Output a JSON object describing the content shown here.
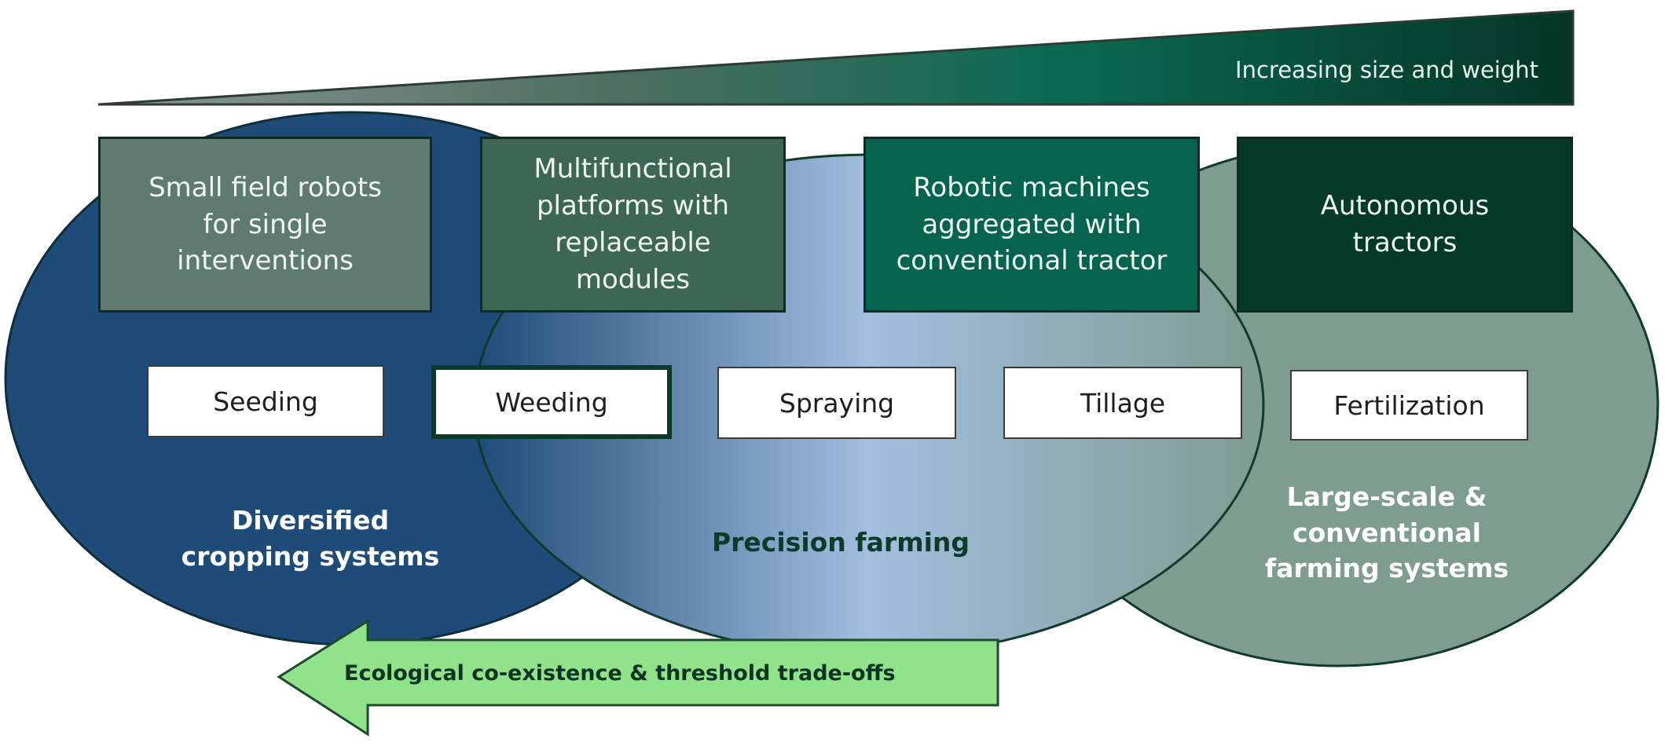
{
  "scale_bar": {
    "label": "Increasing size and weight",
    "colors": {
      "start": "#7a8a86",
      "mid": "#0b6a50",
      "end": "#063a28"
    }
  },
  "machine_categories": [
    {
      "label": "Small field robots\nfor single\ninterventions",
      "color": "#5f7a70"
    },
    {
      "label": "Multifunctional\nplatforms with\nreplaceable\nmodules",
      "color": "#3e6655"
    },
    {
      "label": "Robotic machines\naggregated with\nconventional tractor",
      "color": "#06634d"
    },
    {
      "label": "Autonomous\ntractors",
      "color": "#053a29"
    }
  ],
  "tasks": [
    {
      "label": "Seeding",
      "highlighted": false
    },
    {
      "label": "Weeding",
      "highlighted": true
    },
    {
      "label": "Spraying",
      "highlighted": false
    },
    {
      "label": "Tillage",
      "highlighted": false
    },
    {
      "label": "Fertilization",
      "highlighted": false
    }
  ],
  "farming_systems": [
    {
      "label": "Diversified\ncropping systems",
      "color": "#1f4b78",
      "text_color": "#ffffff"
    },
    {
      "label": "Precision farming",
      "color": "#a3bedf",
      "text_color": "#0d3a2a"
    },
    {
      "label": "Large-scale &\nconventional\nfarming systems",
      "color": "#7f9c90",
      "text_color": "#ffffff"
    }
  ],
  "trade_off_arrow": {
    "label": "Ecological co-existence & threshold trade-offs",
    "color": "#90e28b",
    "direction": "left"
  }
}
